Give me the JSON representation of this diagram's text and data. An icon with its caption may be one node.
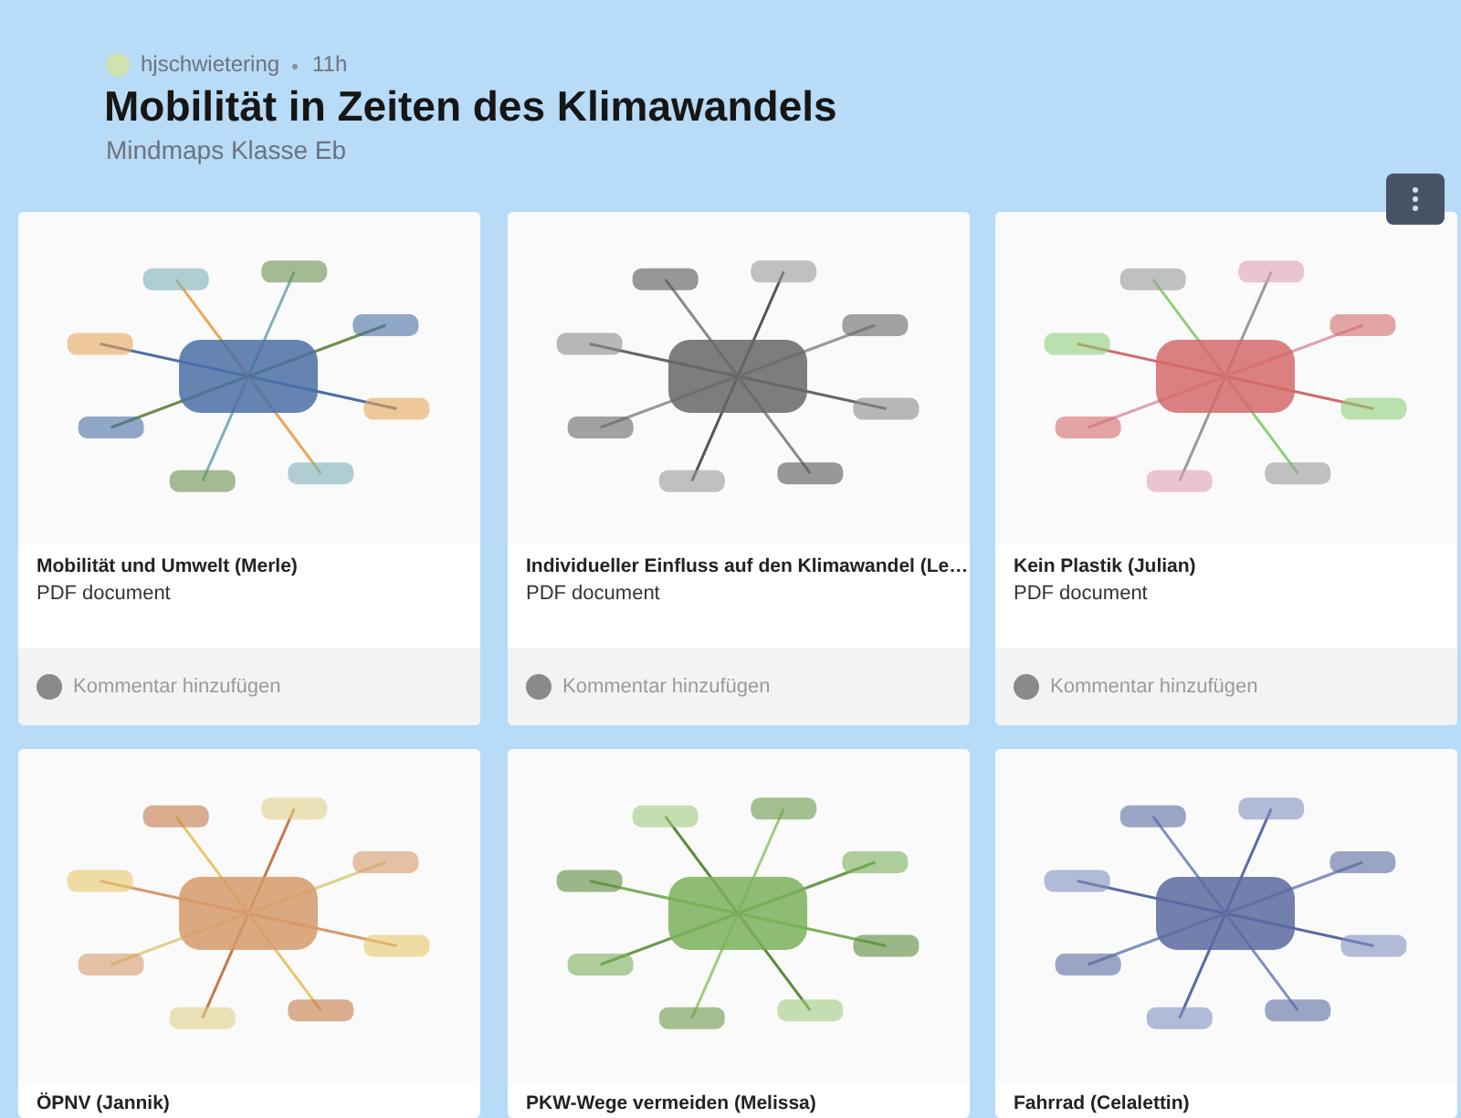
{
  "diagram": {
    "title": "Mobilität in Zeiten des Klimawandels",
    "nodes": [
      {
        "text": [
          "Mobilität und Umwelt (Merle)",
          "PDF document",
          "Kommentar hinzufügen"
        ]
      },
      {
        "text": [
          "Individueller Einfluss auf den Klimawandel (Le…",
          "PDF document",
          "Kommentar hinzufügen"
        ]
      },
      {
        "text": [
          "Kein Plastik (Julian)",
          "PDF document",
          "Kommentar hinzufügen"
        ]
      },
      {
        "text": [
          "ÖPNV (Jannik)"
        ]
      },
      {
        "text": [
          "PKW-Wege vermeiden (Melissa)"
        ]
      },
      {
        "text": [
          "Fahrrad (Celalettin)"
        ]
      }
    ],
    "labels": [
      "hjschwietering",
      "11h",
      "Mindmaps Klasse Eb"
    ]
  }
}
